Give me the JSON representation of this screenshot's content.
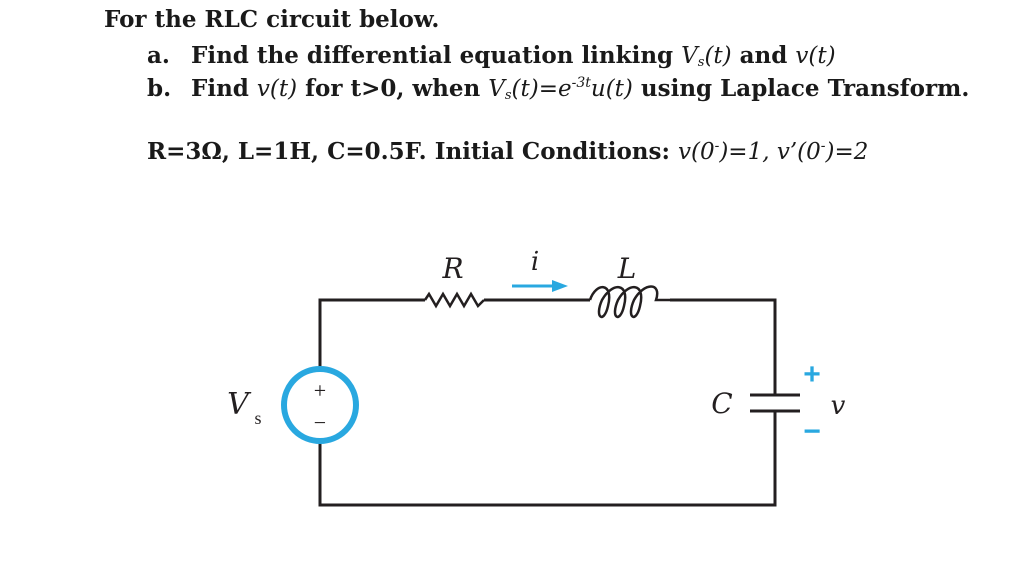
{
  "problem": {
    "intro": "For the RLC circuit below.",
    "part_a": {
      "marker": "a.",
      "t1": "Find the differential equation linking ",
      "v1": "V",
      "v1_sub": "s",
      "v1_arg": "(t)",
      "t2": " and ",
      "v2": "v(t)"
    },
    "part_b": {
      "marker": "b.",
      "t1": "Find ",
      "v1": "v(t)",
      "t2": " for t>0, when ",
      "v2": "V",
      "v2_sub": "s",
      "v2_arg": "(t)=e",
      "exp": "-3t",
      "v3": "u(t)",
      "t3": " using Laplace Transform."
    },
    "params": {
      "t1": "R=3Ω, L=1H, C=0.5F.  Initial Conditions: ",
      "ic1": "v(0",
      "ic1_sup": "-",
      "ic1_end": ")=1, v’(0",
      "ic2_sup": "-",
      "ic2_end": ")=2"
    }
  },
  "circuit": {
    "label_R": "R",
    "label_i": "i",
    "label_L": "L",
    "label_C": "C",
    "label_Vs": "V",
    "label_Vs_sub": "s",
    "label_v": "v",
    "source_plus": "+",
    "source_minus": "−",
    "cap_plus": "+",
    "cap_minus": "−",
    "accent_color": "#29a8e0",
    "wire_color": "#231f20"
  }
}
